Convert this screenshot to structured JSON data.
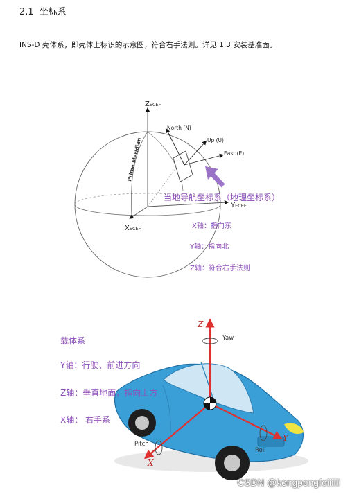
{
  "heading": {
    "number": "2.1",
    "title": "坐标系"
  },
  "intro": "INS-D 壳体系，即壳体上标识的示意图，符合右手法则。详见 1.3 安装基准面。",
  "diagram1": {
    "z_axis": "Z",
    "z_sub": "ECEF",
    "x_axis": "X",
    "x_sub": "ECEF",
    "y_axis": "Y",
    "y_sub": "ECEF",
    "north": "North (N)",
    "up": "Up (U)",
    "east": "East (E)",
    "prime_meridian": "Prime Meridian",
    "nav_frame": "当地导航坐标系（地理坐标系）",
    "x_desc": "X轴：指向东",
    "y_desc": "Y轴：指向北",
    "z_desc": "Z轴：符合右手法则",
    "arrow_color": "#9b73c8"
  },
  "diagram2": {
    "title": "载体系",
    "y_desc": "Y轴：行驶、前进方向",
    "z_desc": "Z轴：垂直地面，指向上方",
    "x_desc": "X轴： 右手系",
    "z_axis": "Z",
    "y_axis": "Y",
    "x_axis": "X",
    "yaw": "Yaw",
    "pitch": "Pitch",
    "roll": "Roll",
    "car_color": "#3a9fd6",
    "axis_color": "#e03131"
  },
  "watermark": "CSDN @kongpengfeiiiiii"
}
